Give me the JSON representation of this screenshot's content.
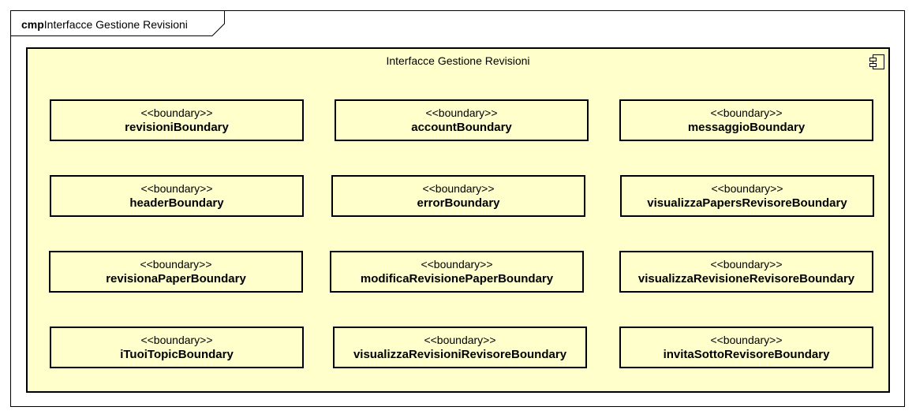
{
  "frame": {
    "keyword": "cmp",
    "name": "Interfacce Gestione Revisioni"
  },
  "component": {
    "title": "Interfacce Gestione Revisioni",
    "icon": "component-icon",
    "fill_color": "#ffffcc"
  },
  "boundaries": [
    {
      "stereotype": "<<boundary>>",
      "name": "revisioniBoundary"
    },
    {
      "stereotype": "<<boundary>>",
      "name": "accountBoundary"
    },
    {
      "stereotype": "<<boundary>>",
      "name": "messaggioBoundary"
    },
    {
      "stereotype": "<<boundary>>",
      "name": "headerBoundary"
    },
    {
      "stereotype": "<<boundary>>",
      "name": "errorBoundary"
    },
    {
      "stereotype": "<<boundary>>",
      "name": "visualizzaPapersRevisoreBoundary"
    },
    {
      "stereotype": "<<boundary>>",
      "name": "revisionaPaperBoundary"
    },
    {
      "stereotype": "<<boundary>>",
      "name": "modificaRevisionePaperBoundary"
    },
    {
      "stereotype": "<<boundary>>",
      "name": "visualizzaRevisioneRevisoreBoundary"
    },
    {
      "stereotype": "<<boundary>>",
      "name": "iTuoiTopicBoundary"
    },
    {
      "stereotype": "<<boundary>>",
      "name": "visualizzaRevisioniRevisoreBoundary"
    },
    {
      "stereotype": "<<boundary>>",
      "name": "invitaSottoRevisoreBoundary"
    }
  ]
}
